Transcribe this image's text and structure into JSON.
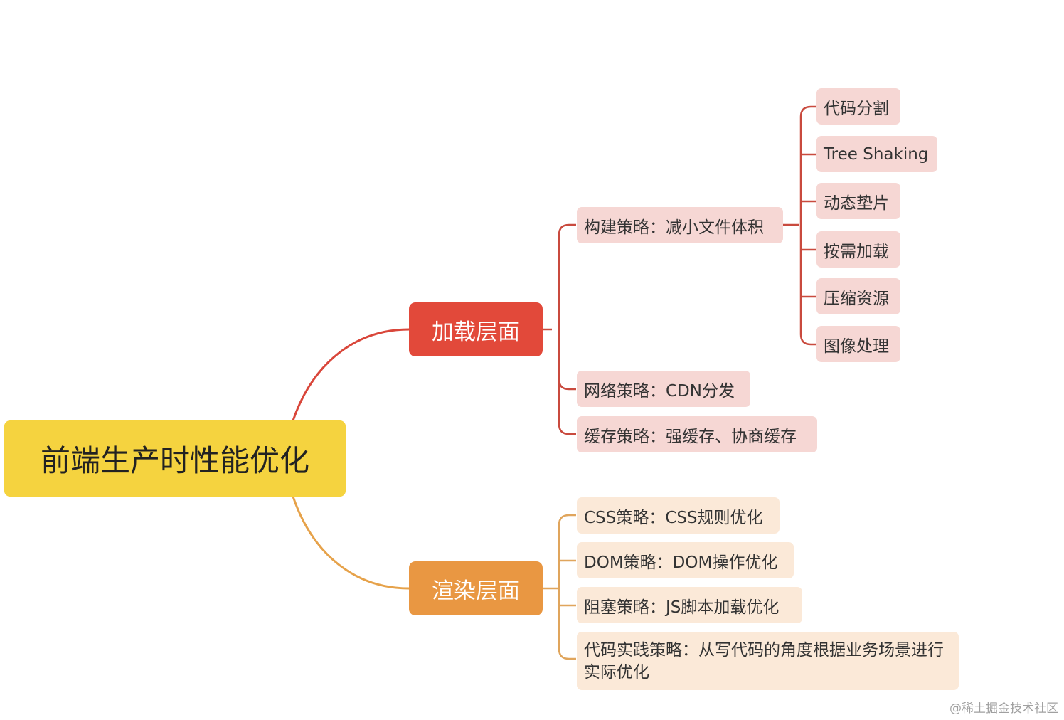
{
  "root": {
    "label": "前端生产时性能优化",
    "color": "#f5d33f"
  },
  "branches": [
    {
      "label": "加载层面",
      "color": "#e2493a",
      "children": [
        {
          "label": "构建策略：减小文件体积",
          "children": [
            {
              "label": "代码分割"
            },
            {
              "label": "Tree Shaking"
            },
            {
              "label": "动态垫片"
            },
            {
              "label": "按需加载"
            },
            {
              "label": "压缩资源"
            },
            {
              "label": "图像处理"
            }
          ]
        },
        {
          "label": "网络策略：CDN分发"
        },
        {
          "label": "缓存策略：强缓存、协商缓存"
        }
      ]
    },
    {
      "label": "渲染层面",
      "color": "#e99742",
      "children": [
        {
          "label": "CSS策略：CSS规则优化"
        },
        {
          "label": "DOM策略：DOM操作优化"
        },
        {
          "label": "阻塞策略：JS脚本加载优化"
        },
        {
          "label": "代码实践策略：从写代码的角度根据业务场景进行实际优化"
        }
      ]
    }
  ],
  "watermark": "@稀土掘金技术社区"
}
